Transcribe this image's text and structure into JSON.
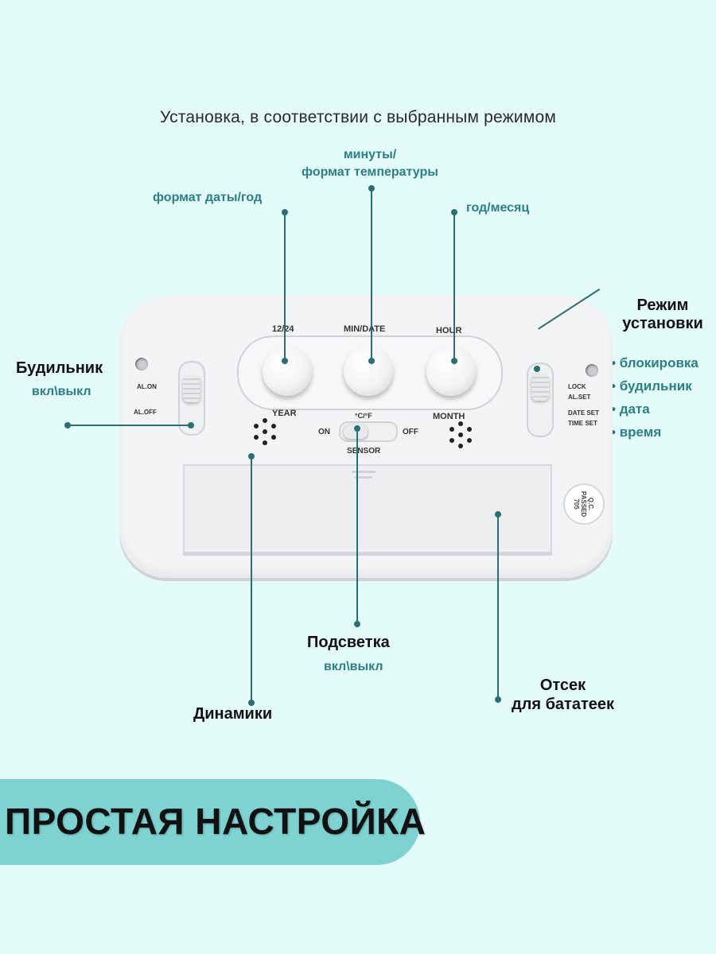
{
  "top_caption": "Установка, в соответствии с выбранным режимом",
  "callouts": {
    "minutes": {
      "line1": "минуты/",
      "line2": "формат температуры"
    },
    "date_format": "формат даты/год",
    "year_month": "год/месяц",
    "mode": {
      "line1": "Режим",
      "line2": "установки"
    },
    "mode_items": [
      "блокировка",
      "будильник",
      "дата",
      "время"
    ],
    "alarm": {
      "title": "Будильник",
      "sub": "вкл\\выкл"
    },
    "backlight": {
      "title": "Подсветка",
      "sub": "вкл\\выкл"
    },
    "speakers": "Динамики",
    "battery": {
      "line1": "Отсек",
      "line2": "для бататеек"
    }
  },
  "device": {
    "buttons": {
      "left_top": "12/24",
      "middle_top": "MIN/DATE",
      "right_top": "HOUR",
      "left_bottom": "YEAR",
      "right_bottom": "MONTH"
    },
    "alarm_switch": {
      "on": "AL.ON",
      "off": "AL.OFF"
    },
    "mode_switch": {
      "lock": "LOCK",
      "al_set": "AL.SET",
      "date_set": "DATE SET",
      "time_set": "TIME SET"
    },
    "sensor": {
      "unit": "°C/°F",
      "on": "ON",
      "off": "OFF",
      "label": "SENSOR"
    },
    "qc_seal": {
      "line1": "Q.C.",
      "line2": "PASSED",
      "line3": "705"
    }
  },
  "banner": {
    "text": "ПРОСТАЯ НАСТРОЙКА"
  },
  "colors": {
    "background": "#e3fbf9",
    "accent": "#2b7f86",
    "banner": "#7fd2d2"
  }
}
